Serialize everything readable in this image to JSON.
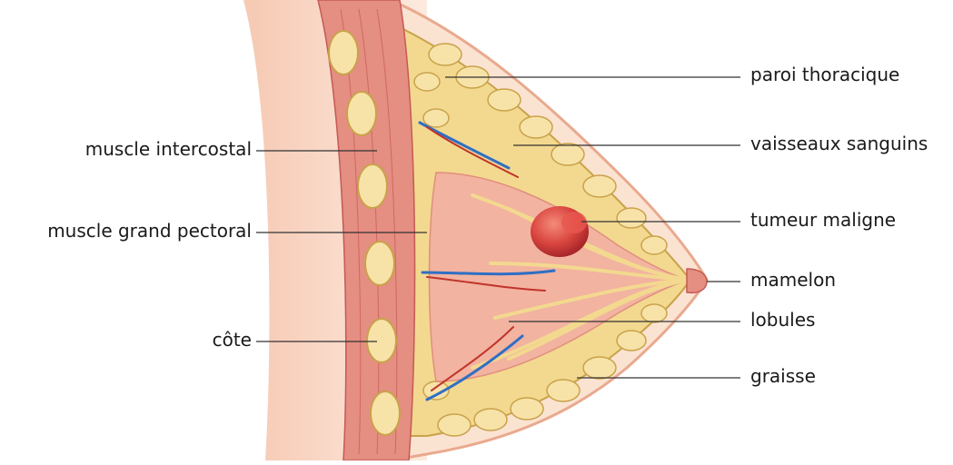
{
  "labels_right": {
    "paroi": "paroi thoracique",
    "vaisseaux": "vaisseaux sanguins",
    "tumeur": "tumeur maligne",
    "mamelon": "mamelon",
    "lobules": "lobules",
    "graisse": "graisse"
  },
  "labels_left": {
    "intercostal": "muscle intercostal",
    "pectoral": "muscle grand pectoral",
    "cote": "côte"
  },
  "colors": {
    "skin": "#fbe3d2",
    "skin_edge": "#e9a98e",
    "muscle": "#e58e82",
    "muscle_dark": "#c45a54",
    "fat": "#f3d98f",
    "fat_edge": "#c9a24a",
    "gland": "#f2b3a0",
    "tumor": "#d9453f",
    "vessel_blue": "#2f6fc4",
    "vessel_red": "#c0342c",
    "leader": "#333333",
    "text": "#1a1a1a"
  }
}
